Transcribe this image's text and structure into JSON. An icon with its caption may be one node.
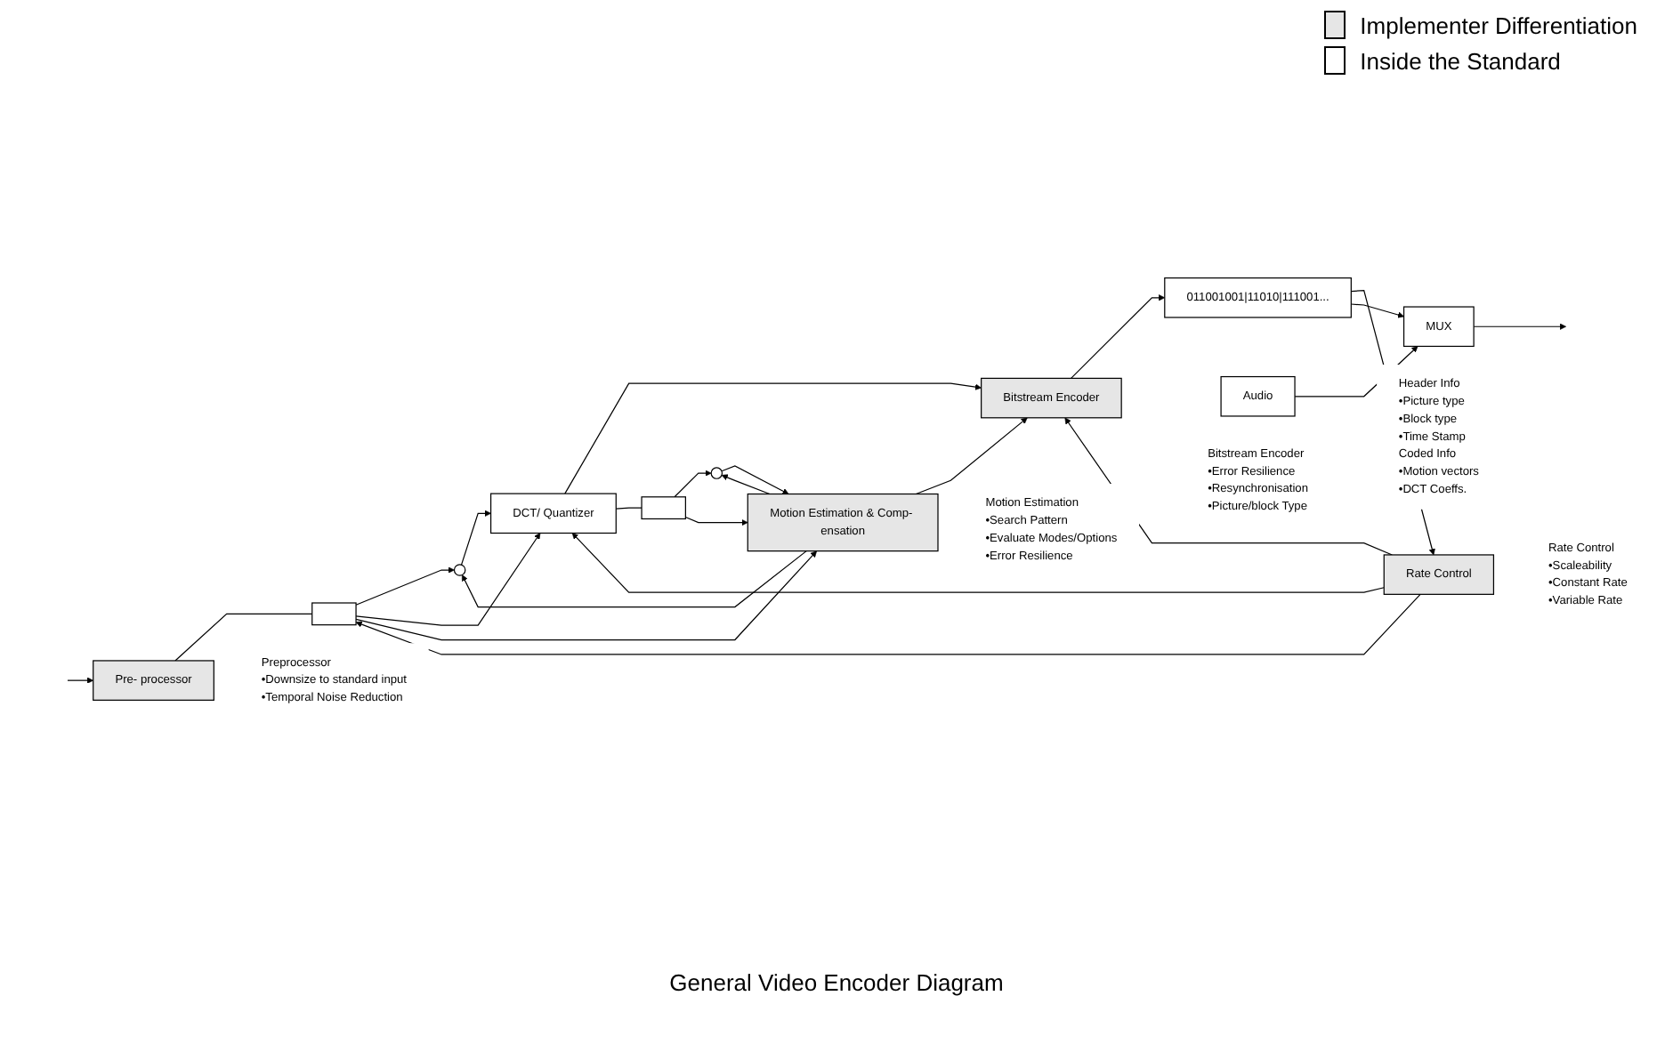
{
  "diagram": {
    "caption": "General Video Encoder Diagram",
    "nodes": [
      {
        "text": [
          "Pre- processor"
        ],
        "beside": [
          "Preprocessor",
          "•Downsize to standard input",
          "•Temporal Noise Reduction"
        ]
      },
      {
        "text": [],
        "shape": "box"
      },
      {
        "text": [],
        "shape": "circle"
      },
      {
        "text": [
          "DCT/ Quantizer"
        ]
      },
      {
        "text": [
          "Rate Control"
        ],
        "beside": [
          "Rate Control",
          "•Scaleability",
          "•Constant Rate",
          "•Variable Rate"
        ]
      },
      {
        "text": [
          "Bitstream Encoder"
        ],
        "beside": [
          "Bitstream Encoder",
          "•Error Resilience",
          "•Resynchronisation",
          "•Picture/block Type"
        ]
      },
      {
        "text": [
          "011001001|11010|111001..."
        ],
        "beside": [
          "Header Info",
          "•Picture type",
          "•Block type",
          "•Time Stamp",
          "Coded Info",
          "•Motion vectors",
          "•DCT Coeffs."
        ]
      },
      {
        "text": [
          "Audio"
        ]
      },
      {
        "text": [
          "MUX"
        ]
      },
      {
        "text": [],
        "shape": "box"
      },
      {
        "text": [],
        "shape": "circle"
      },
      {
        "text": [
          "Motion Estimation & Comp- ensation"
        ],
        "beside": [
          "Motion Estimation",
          "•Search Pattern",
          "•Evaluate Modes/Options",
          "•Error Resilience"
        ]
      }
    ],
    "edges": [
      {
        "from": null,
        "to": 0,
        "arrow": "to"
      },
      {
        "from": 0,
        "to": 1,
        "arrow": "none"
      },
      {
        "from": 1,
        "to": 2,
        "arrow": "to"
      },
      {
        "from": 1,
        "to": 3,
        "arrow": "to"
      },
      {
        "from": 1,
        "to": 11,
        "arrow": "to"
      },
      {
        "from": 2,
        "to": 3,
        "arrow": "to"
      },
      {
        "from": 4,
        "to": 1,
        "arrow": "to"
      },
      {
        "from": 4,
        "to": 3,
        "arrow": "to"
      },
      {
        "from": 4,
        "to": 5,
        "arrow": "to"
      },
      {
        "from": 3,
        "to": 5,
        "arrow": "to"
      },
      {
        "from": 5,
        "to": 6,
        "arrow": "to"
      },
      {
        "from": 6,
        "to": 4,
        "arrow": "to"
      },
      {
        "from": 6,
        "to": 8,
        "arrow": "to"
      },
      {
        "from": 7,
        "to": 8,
        "arrow": "to"
      },
      {
        "from": 8,
        "to": null,
        "arrow": "to"
      },
      {
        "from": 3,
        "to": 9,
        "arrow": "none"
      },
      {
        "from": 9,
        "to": 10,
        "arrow": "to"
      },
      {
        "from": 9,
        "to": 11,
        "arrow": "to"
      },
      {
        "from": 10,
        "to": 11,
        "arrow": "to"
      },
      {
        "from": 11,
        "to": 2,
        "arrow": "to"
      },
      {
        "from": 11,
        "to": 10,
        "arrow": "to"
      },
      {
        "from": 11,
        "to": 5,
        "arrow": "to"
      }
    ],
    "legend": [
      {
        "text": "Implementer Differentiation",
        "color": "#e6e6e6"
      },
      {
        "text": "Inside the Standard",
        "color": "#ffffff"
      }
    ]
  }
}
